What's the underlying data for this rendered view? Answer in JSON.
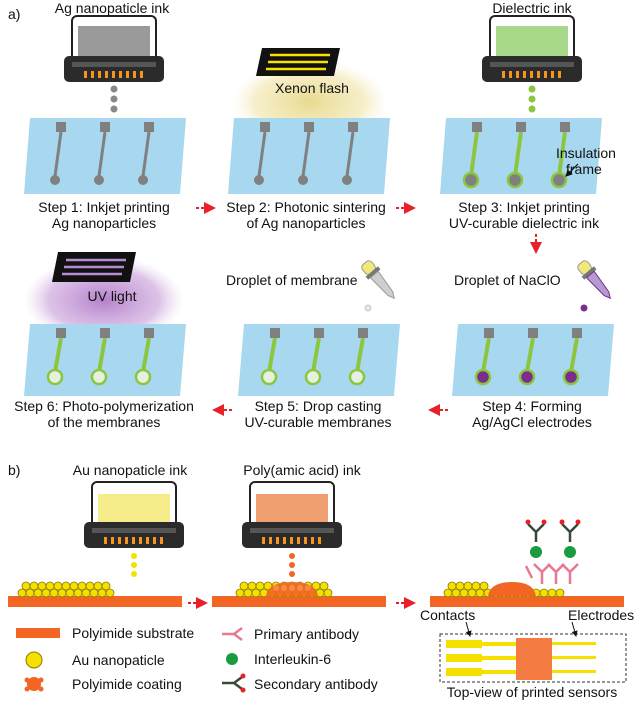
{
  "panel_a": {
    "label": "a)",
    "ink1": "Ag nanopaticle ink",
    "ink2": "Dielectric ink",
    "xenon": "Xenon flash",
    "insulation": [
      "Insulation",
      "frame"
    ],
    "step1": [
      "Step 1: Inkjet printing",
      "Ag nanoparticles"
    ],
    "step2": [
      "Step 2: Photonic sintering",
      "of Ag nanoparticles"
    ],
    "step3": [
      "Step 3: Inkjet printing",
      "UV-curable dielectric ink"
    ],
    "step4": [
      "Step 4: Forming",
      "Ag/AgCl electrodes"
    ],
    "step5": [
      "Step 5: Drop casting",
      "UV-curable membranes"
    ],
    "step6": [
      "Step 6: Photo-polymerization",
      "of the membranes"
    ],
    "uv": "UV light",
    "drop_membrane": "Droplet of membrane",
    "drop_naclo": "Droplet of NaClO"
  },
  "panel_b": {
    "label": "b)",
    "ink_au": "Au nanopaticle ink",
    "ink_pi": "Poly(amic acid) ink",
    "legend": [
      "Polyimide substrate",
      "Au nanopaticle",
      "Polyimide coating",
      "Primary antibody",
      "Interleukin-6",
      "Secondary antibody"
    ],
    "contacts": "Contacts",
    "electrodes": "Electrodes",
    "topview": "Top-view of printed sensors"
  },
  "colors": {
    "substrate_blue": "#a8d8f0",
    "silver": "#808080",
    "green_ink": "#8cc63f",
    "purple": "#7b2d8e",
    "orange": "#f26522",
    "gold": "#f5e000",
    "red_arrow": "#e8202a"
  }
}
